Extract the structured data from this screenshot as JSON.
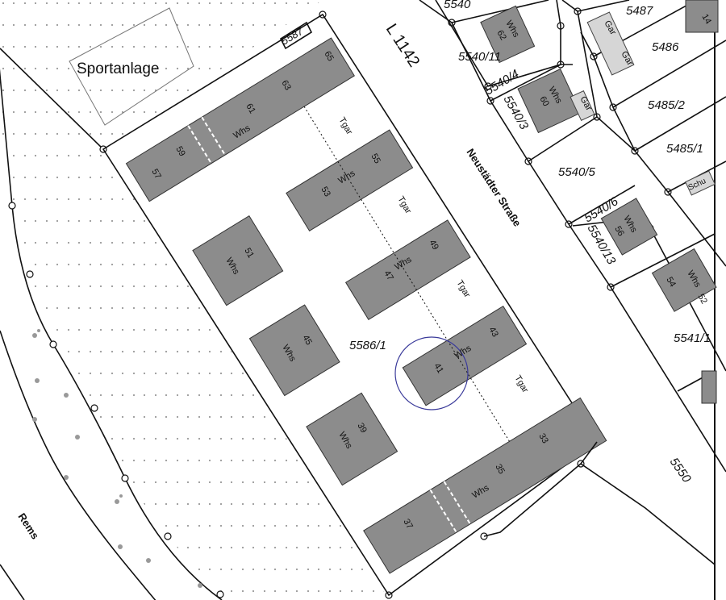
{
  "map": {
    "area_label": "Sportanlage",
    "river_label": "Rems",
    "road_label": "L 1142",
    "street_label": "Neustädter Straße",
    "main_parcel": "5586/1",
    "parcels": [
      "5587",
      "5540",
      "5540/11",
      "5540/4",
      "5540/3",
      "5540/5",
      "5540/6",
      "5540/13",
      "5487",
      "5486",
      "5485/2",
      "5485/1",
      "5541/1",
      "5550"
    ],
    "building_type_house": "Whs",
    "building_type_garage": "Gar",
    "building_type_underground_garage": "Tgar",
    "building_type_shed": "Schu",
    "house_numbers": [
      "57",
      "59",
      "61",
      "63",
      "65",
      "53",
      "55",
      "47",
      "49",
      "41",
      "43",
      "37",
      "35",
      "33",
      "51",
      "45",
      "39",
      "62",
      "60",
      "56",
      "54",
      "52",
      "14"
    ],
    "highlight_color": "#3a3a9a"
  }
}
